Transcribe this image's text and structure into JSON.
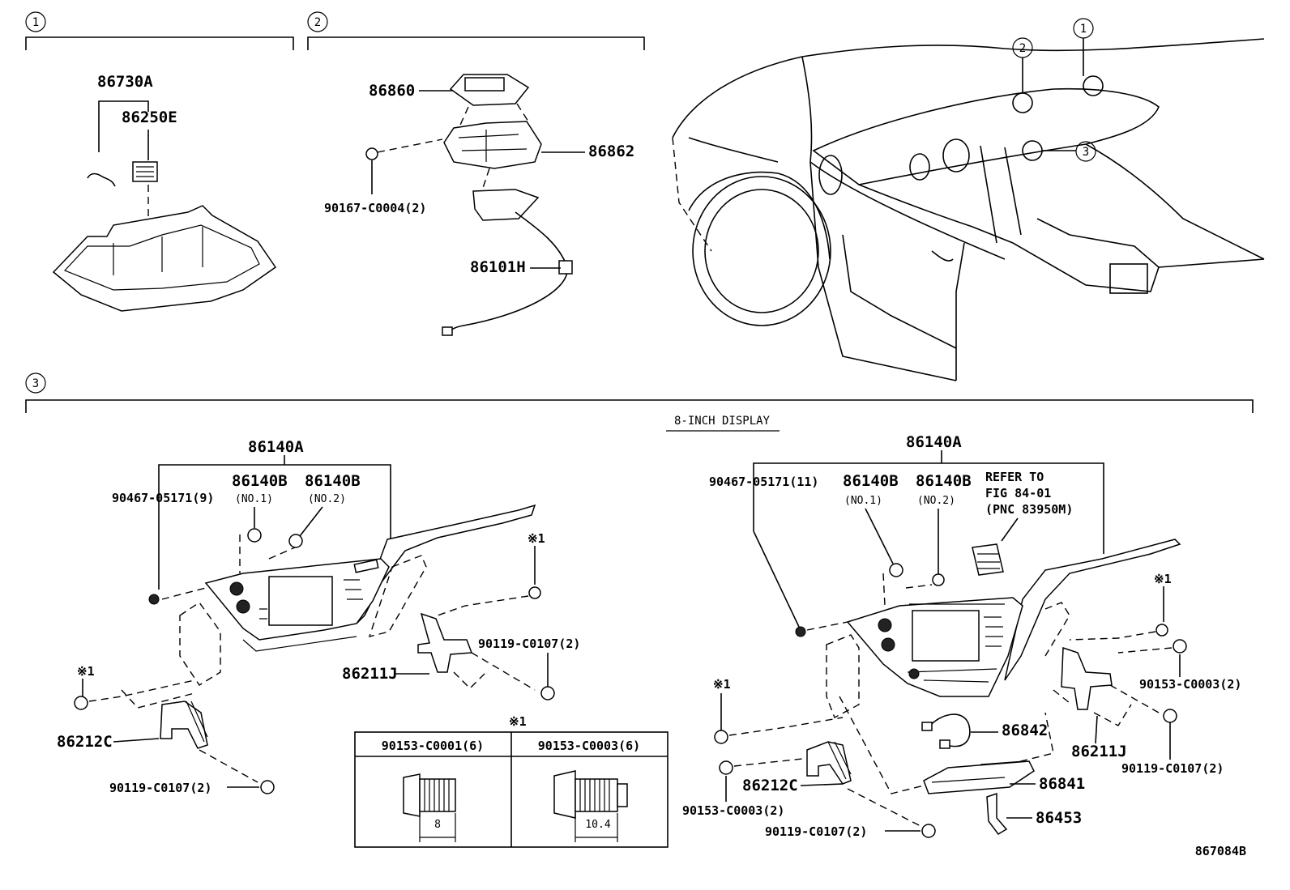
{
  "callouts": {
    "one": "1",
    "two": "2",
    "three": "3"
  },
  "section1": {
    "parts": {
      "p86730A": "86730A",
      "p86250E": "86250E"
    }
  },
  "section2": {
    "parts": {
      "p86860": "86860",
      "p86862": "86862",
      "p90167": "90167-C0004(2)",
      "p86101H": "86101H"
    }
  },
  "section3": {
    "title": "8-INCH DISPLAY",
    "left": {
      "p86140A": "86140A",
      "p90467": "90467-05171(9)",
      "p86140B_1": "86140B",
      "no1": "(NO.1)",
      "p86140B_2": "86140B",
      "no2": "(NO.2)",
      "mark1a": "※1",
      "mark1b": "※1",
      "p90119a": "90119-C0107(2)",
      "p86211J": "86211J",
      "p86212C": "86212C",
      "p90119b": "90119-C0107(2)"
    },
    "right": {
      "p86140A": "86140A",
      "p90467": "90467-05171(11)",
      "p86140B_1": "86140B",
      "no1": "(NO.1)",
      "p86140B_2": "86140B",
      "no2": "(NO.2)",
      "refer1": "REFER TO",
      "refer2": "FIG 84-01",
      "refer3": "(PNC 83950M)",
      "mark1a": "※1",
      "mark1b": "※1",
      "p90153a": "90153-C0003(2)",
      "p86842": "86842",
      "p86211J": "86211J",
      "p90119a": "90119-C0107(2)",
      "p86212C": "86212C",
      "p86841": "86841",
      "p90153b": "90153-C0003(2)",
      "p90119b": "90119-C0107(2)",
      "p86453": "86453"
    },
    "table": {
      "mark": "※1",
      "col1": "90153-C0001(6)",
      "col2": "90153-C0003(6)",
      "dim1": "8",
      "dim2": "10.4"
    }
  },
  "figure_id": "867084B"
}
